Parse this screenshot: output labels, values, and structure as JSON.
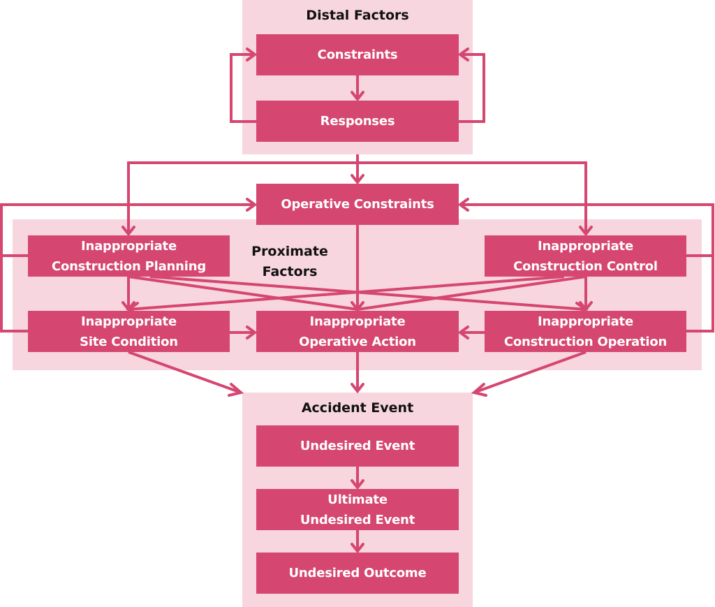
{
  "diagram": {
    "accent_color": "#d54670",
    "panel_color": "#f7d6e0",
    "groups": {
      "distal": {
        "title": "Distal Factors"
      },
      "proximate": {
        "title": "Proximate\nFactors"
      },
      "accident": {
        "title": "Accident Event"
      }
    },
    "nodes": {
      "constraints": "Constraints",
      "responses": "Responses",
      "operative_constraints": "Operative Constraints",
      "construction_planning": "Inappropriate\nConstruction Planning",
      "construction_control": "Inappropriate\nConstruction Control",
      "site_condition": "Inappropriate\nSite Condition",
      "operative_action": "Inappropriate\nOperative Action",
      "construction_operation": "Inappropriate\nConstruction Operation",
      "undesired_event": "Undesired Event",
      "ultimate_undesired_event": "Ultimate\nUndesired Event",
      "undesired_outcome": "Undesired Outcome"
    },
    "edges": [
      {
        "from": "constraints",
        "to": "responses"
      },
      {
        "from": "responses",
        "to": "constraints"
      },
      {
        "from": "responses",
        "to": "operative_constraints"
      },
      {
        "from": "responses",
        "to": "construction_planning"
      },
      {
        "from": "responses",
        "to": "construction_control"
      },
      {
        "from": "construction_planning",
        "to": "operative_constraints"
      },
      {
        "from": "site_condition",
        "to": "operative_constraints"
      },
      {
        "from": "construction_control",
        "to": "operative_constraints"
      },
      {
        "from": "construction_operation",
        "to": "operative_constraints"
      },
      {
        "from": "operative_constraints",
        "to": "operative_action"
      },
      {
        "from": "construction_planning",
        "to": "site_condition"
      },
      {
        "from": "construction_planning",
        "to": "operative_action"
      },
      {
        "from": "construction_planning",
        "to": "construction_operation"
      },
      {
        "from": "construction_control",
        "to": "construction_operation"
      },
      {
        "from": "construction_control",
        "to": "operative_action"
      },
      {
        "from": "construction_control",
        "to": "site_condition"
      },
      {
        "from": "site_condition",
        "to": "operative_action"
      },
      {
        "from": "construction_operation",
        "to": "operative_action"
      },
      {
        "from": "site_condition",
        "to": "accident_event"
      },
      {
        "from": "operative_action",
        "to": "accident_event"
      },
      {
        "from": "construction_operation",
        "to": "accident_event"
      },
      {
        "from": "undesired_event",
        "to": "ultimate_undesired_event"
      },
      {
        "from": "ultimate_undesired_event",
        "to": "undesired_outcome"
      }
    ]
  }
}
